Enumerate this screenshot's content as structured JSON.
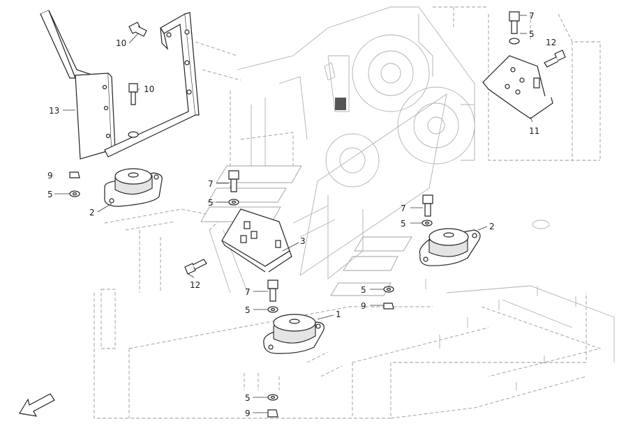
{
  "callouts": [
    {
      "id": "c13",
      "text": "13"
    },
    {
      "id": "c10a",
      "text": "10"
    },
    {
      "id": "c10b",
      "text": "10"
    },
    {
      "id": "c9a",
      "text": "9"
    },
    {
      "id": "c5a",
      "text": "5"
    },
    {
      "id": "c2a",
      "text": "2"
    },
    {
      "id": "c7a",
      "text": "7"
    },
    {
      "id": "c5b",
      "text": "5"
    },
    {
      "id": "c12a",
      "text": "12"
    },
    {
      "id": "c11",
      "text": "11"
    },
    {
      "id": "c7b",
      "text": "7"
    },
    {
      "id": "c5c",
      "text": "5"
    },
    {
      "id": "c7c",
      "text": "7"
    },
    {
      "id": "c5d",
      "text": "5"
    },
    {
      "id": "c2b",
      "text": "2"
    },
    {
      "id": "c3",
      "text": "3"
    },
    {
      "id": "c12b",
      "text": "12"
    },
    {
      "id": "c7d",
      "text": "7"
    },
    {
      "id": "c5e",
      "text": "5"
    },
    {
      "id": "c1",
      "text": "1"
    },
    {
      "id": "c5f",
      "text": "5"
    },
    {
      "id": "c9b",
      "text": "9"
    },
    {
      "id": "c5g",
      "text": "5"
    },
    {
      "id": "c9c",
      "text": "9"
    }
  ]
}
